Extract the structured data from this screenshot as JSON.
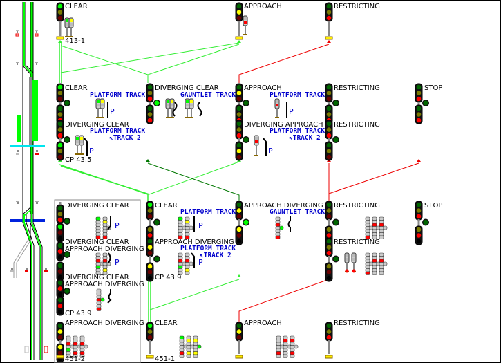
{
  "colors": {
    "lit_green": "#00ff00",
    "dim_green": "#006600",
    "lit_yellow": "#ffff00",
    "dim_yellow": "#7a7a00",
    "lit_red": "#ff0000",
    "dim_red": "#6b0000",
    "route_green": "#33ee33",
    "route_dark_green": "#007700",
    "route_red": "#ee0000",
    "cyan_bar": "#00e5ee",
    "blue_bar": "#0022dd",
    "occupancy_green": "#00ff00",
    "platform_text": "#0000cc"
  },
  "track_diagram": {
    "signals_left": [
      "signal-413-area",
      "signal-cp435-area",
      "signal-cp439-area",
      "signal-451-area"
    ],
    "cyan_marker": "cp-43.5-boundary",
    "blue_marker": "cp-43.9-boundary"
  },
  "rows": [
    {
      "id": "row-413",
      "items": [
        {
          "aspect": "CLEAR",
          "sub": "",
          "id_label": "413-1"
        },
        {
          "aspect": "APPROACH",
          "sub": ""
        },
        {
          "aspect": "RESTRICTING",
          "sub": ""
        }
      ]
    },
    {
      "id": "row-cp435",
      "location": "CP 43.5",
      "items": [
        {
          "aspect": "CLEAR",
          "track": "PLATFORM TRACK",
          "plate": "P"
        },
        {
          "aspect": "DIVERGING CLEAR",
          "track": "GAUNTLET TRACK"
        },
        {
          "aspect": "APPROACH",
          "track": "PLATFORM TRACK",
          "plate": "P"
        },
        {
          "aspect": "RESTRICTING"
        },
        {
          "aspect": "STOP"
        },
        {
          "aspect": "DIVERGING CLEAR",
          "track": "PLATFORM TRACK",
          "track2": "↖TRACK 2",
          "plate": "P"
        },
        {
          "aspect": "DIVERGING APPROACH",
          "track": "PLATFORM TRACK",
          "track2": "↖TRACK 2",
          "plate": "P"
        },
        {
          "aspect": "RESTRICTING"
        }
      ]
    },
    {
      "id": "row-cp439",
      "location": "CP 43.9",
      "items": [
        {
          "aspect": "DIVERGING CLEAR",
          "plate": "P"
        },
        {
          "aspect": "DIVERGING CLEAR",
          "aspect2": "APPROACH DIVERGING",
          "plate": "P"
        },
        {
          "aspect": "DIVERGING CLEAR",
          "aspect2": "APPROACH DIVERGING"
        },
        {
          "aspect": "CLEAR",
          "track": "PLATFORM TRACK",
          "plate": "P"
        },
        {
          "aspect": "APPROACH DIVERGING",
          "track": "PLATFORM TRACK",
          "track2": "↖TRACK 2",
          "plate": "P"
        },
        {
          "aspect": "APPROACH DIVERGING",
          "track": "GAUNTLET TRACK"
        },
        {
          "aspect": "RESTRICTING"
        },
        {
          "aspect": "STOP"
        },
        {
          "aspect": "RESTRICTING"
        }
      ]
    },
    {
      "id": "row-451",
      "items": [
        {
          "aspect": "APPROACH DIVERGING",
          "id_label": "451-2"
        },
        {
          "aspect": "CLEAR",
          "id_label": "451-1"
        },
        {
          "aspect": "APPROACH"
        },
        {
          "aspect": "RESTRICTING"
        }
      ]
    }
  ],
  "labels": {
    "r1_clear": "CLEAR",
    "r1_approach": "APPROACH",
    "r1_restricting": "RESTRICTING",
    "sig_413": "413-1",
    "r2_clear": "CLEAR",
    "r2_div_clear": "DIVERGING CLEAR",
    "r2_approach": "APPROACH",
    "r2_restricting": "RESTRICTING",
    "r2_stop": "STOP",
    "r2b_div_clear": "DIVERGING CLEAR",
    "r2b_div_approach": "DIVERGING APPROACH",
    "r2b_restricting": "RESTRICTING",
    "cp435": "CP 43.5",
    "platform_track": "PLATFORM TRACK",
    "gauntlet_track": "GAUNTLET TRACK",
    "track2": "↖TRACK 2",
    "plate_p": "P",
    "r3_div_clear": "DIVERGING CLEAR",
    "r3_clear": "CLEAR",
    "r3_approach_div": "APPROACH DIVERGING",
    "r3_restricting": "RESTRICTING",
    "r3_stop": "STOP",
    "r3b_div_clear": "DIVERGING CLEAR",
    "r3b_approach_div": "APPROACH DIVERGING",
    "r3b_approach_div_main": "APPROACH DIVERGING",
    "r3b_restricting": "RESTRICTING",
    "r3c_div_clear": "DIVERGING CLEAR",
    "r3c_approach_div": "APPROACH DIVERGING",
    "cp439": "CP 43.9",
    "cp439_b": "CP 43.9",
    "r4_approach_div": "APPROACH DIVERGING",
    "r4_clear": "CLEAR",
    "r4_approach": "APPROACH",
    "r4_restricting": "RESTRICTING",
    "sig_451_2": "451-2",
    "sig_451_1": "451-1"
  }
}
